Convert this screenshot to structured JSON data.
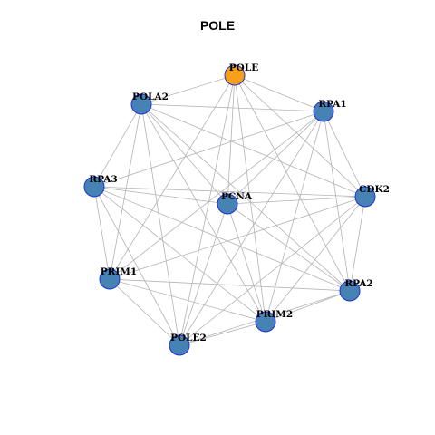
{
  "title": "POLE",
  "colors": {
    "hub": "#f5a11a",
    "node": "#4682b4",
    "node_border": "#1f2fd6",
    "edge": "#b3b3b3"
  },
  "nodes": [
    {
      "id": "POLE",
      "label": "POLE",
      "hub": true
    },
    {
      "id": "RPA1",
      "label": "RPA1",
      "hub": false
    },
    {
      "id": "CDK2",
      "label": "CDK2",
      "hub": false
    },
    {
      "id": "RPA2",
      "label": "RPA2",
      "hub": false
    },
    {
      "id": "PRIM2",
      "label": "PRIM2",
      "hub": false
    },
    {
      "id": "POLE2",
      "label": "POLE2",
      "hub": false
    },
    {
      "id": "PRIM1",
      "label": "PRIM1",
      "hub": false
    },
    {
      "id": "RPA3",
      "label": "RPA3",
      "hub": false
    },
    {
      "id": "POLA2",
      "label": "POLA2",
      "hub": false
    },
    {
      "id": "PCNA",
      "label": "PCNA",
      "hub": false
    }
  ],
  "edges": [
    [
      "POLE",
      "POLA2"
    ],
    [
      "POLE",
      "RPA1"
    ],
    [
      "POLE",
      "CDK2"
    ],
    [
      "POLE",
      "RPA2"
    ],
    [
      "POLE",
      "PRIM2"
    ],
    [
      "POLE",
      "POLE2"
    ],
    [
      "POLE",
      "PRIM1"
    ],
    [
      "POLE",
      "PCNA"
    ],
    [
      "POLA2",
      "RPA1"
    ],
    [
      "POLA2",
      "CDK2"
    ],
    [
      "POLA2",
      "RPA2"
    ],
    [
      "POLA2",
      "PRIM2"
    ],
    [
      "POLA2",
      "POLE2"
    ],
    [
      "POLA2",
      "PRIM1"
    ],
    [
      "POLA2",
      "RPA3"
    ],
    [
      "POLA2",
      "PCNA"
    ],
    [
      "RPA1",
      "CDK2"
    ],
    [
      "RPA1",
      "RPA2"
    ],
    [
      "RPA1",
      "PRIM2"
    ],
    [
      "RPA1",
      "POLE2"
    ],
    [
      "RPA1",
      "PRIM1"
    ],
    [
      "RPA1",
      "RPA3"
    ],
    [
      "RPA1",
      "PCNA"
    ],
    [
      "RPA3",
      "PCNA"
    ],
    [
      "RPA3",
      "CDK2"
    ],
    [
      "RPA3",
      "RPA2"
    ],
    [
      "RPA3",
      "PRIM2"
    ],
    [
      "RPA3",
      "POLE2"
    ],
    [
      "RPA3",
      "PRIM1"
    ],
    [
      "PCNA",
      "CDK2"
    ],
    [
      "PCNA",
      "RPA2"
    ],
    [
      "PCNA",
      "PRIM2"
    ],
    [
      "PCNA",
      "POLE2"
    ],
    [
      "CDK2",
      "RPA2"
    ],
    [
      "CDK2",
      "PRIM2"
    ],
    [
      "CDK2",
      "POLE2"
    ],
    [
      "CDK2",
      "PRIM1"
    ],
    [
      "PRIM1",
      "RPA2"
    ],
    [
      "PRIM1",
      "PRIM2"
    ],
    [
      "PRIM1",
      "POLE2"
    ],
    [
      "RPA2",
      "PRIM2"
    ],
    [
      "RPA2",
      "POLE2"
    ],
    [
      "PRIM2",
      "POLE2"
    ]
  ]
}
